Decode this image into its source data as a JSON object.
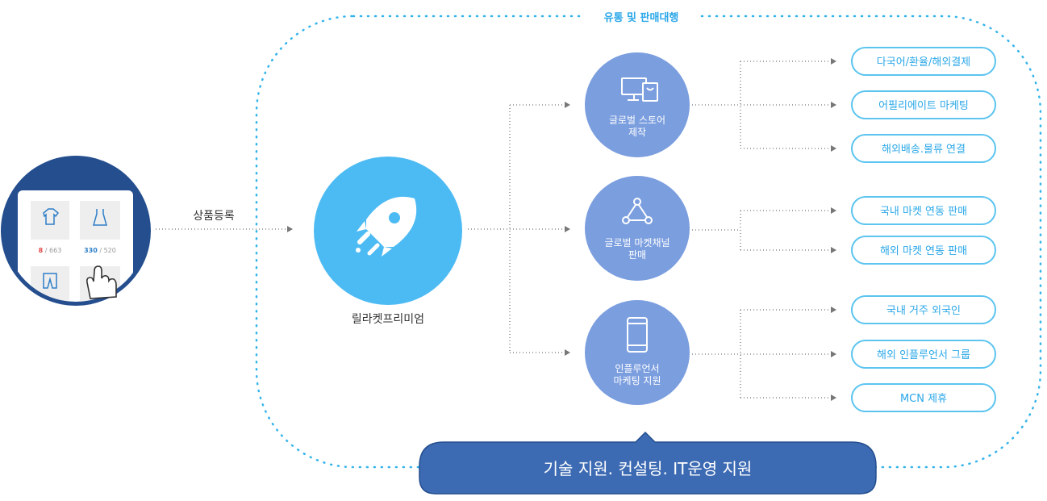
{
  "frame": {
    "title": "유통 및 판매대행"
  },
  "input": {
    "label": "상품등록",
    "counts": [
      {
        "highlight": "8",
        "rest": " / 663"
      },
      {
        "highlight": "330",
        "rest": " / 520"
      }
    ]
  },
  "center": {
    "label": "릴라켓프리미엄"
  },
  "services": [
    {
      "label": "글로벌 스토어\n제작",
      "icon": "computer-icon",
      "items": [
        "다국어/환율/해외결제",
        "어필리에이트 마케팅",
        "해외배송.물류 연결"
      ]
    },
    {
      "label": "글로벌 마켓채널\n판매",
      "icon": "network-icon",
      "items": [
        "국내 마켓 연동 판매",
        "해외 마켓 연동 판매"
      ]
    },
    {
      "label": "인플루언서\n마케팅 지원",
      "icon": "smartphone-icon",
      "items": [
        "국내 거주 외국인",
        "해외 인플루언서 그룹",
        "MCN 제휴"
      ]
    }
  ],
  "support": {
    "label": "기술 지원. 컨설팅. IT운영 지원"
  },
  "colors": {
    "accent": "#2aa7e8",
    "rocket_circle": "#4dbbf3",
    "service_circle": "#7b9edf",
    "bottom_bar": "#3d6bb3",
    "input_circle": "#244e8e"
  }
}
